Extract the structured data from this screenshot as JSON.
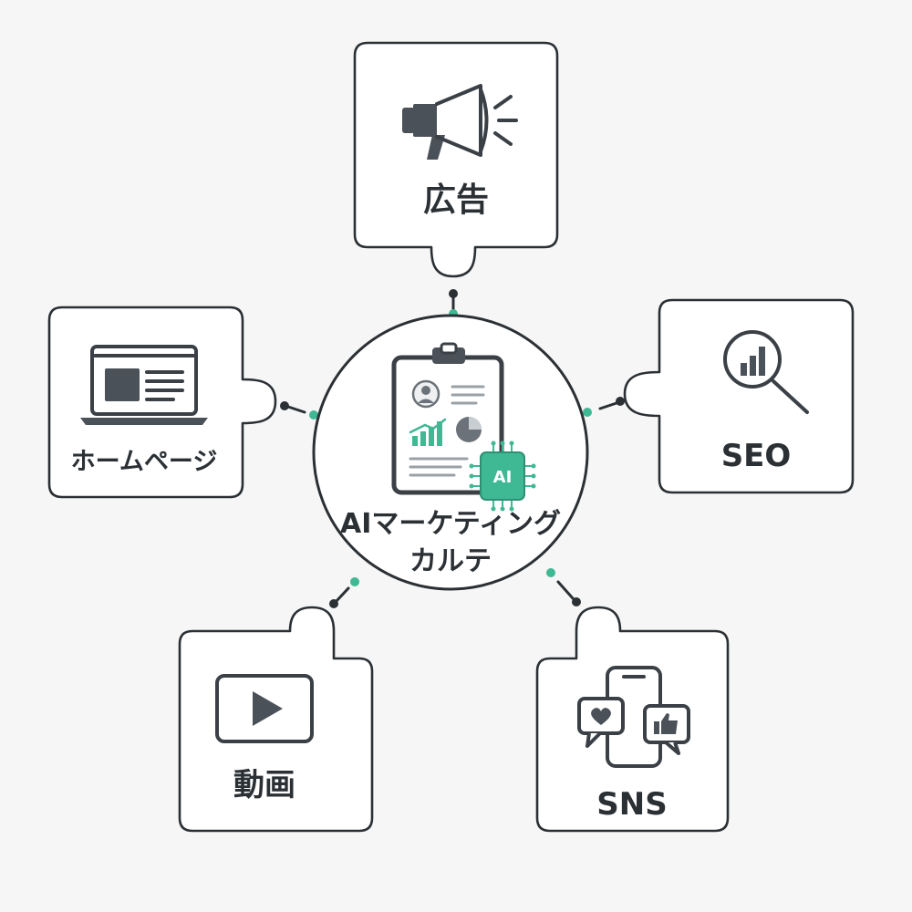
{
  "center": {
    "line1": "AIマーケティング",
    "line2": "カルテ",
    "chip": "AI"
  },
  "nodes": {
    "ad": {
      "label": "広告",
      "icon": "megaphone-icon"
    },
    "homepage": {
      "label": "ホームページ",
      "icon": "laptop-icon"
    },
    "seo": {
      "label": "SEO",
      "icon": "magnifier-chart-icon"
    },
    "video": {
      "label": "動画",
      "icon": "play-video-icon"
    },
    "sns": {
      "label": "SNS",
      "icon": "smartphone-social-icon"
    }
  },
  "colors": {
    "ink": "#2b3035",
    "accent": "#3fb894",
    "background": "#f5f6f5"
  }
}
